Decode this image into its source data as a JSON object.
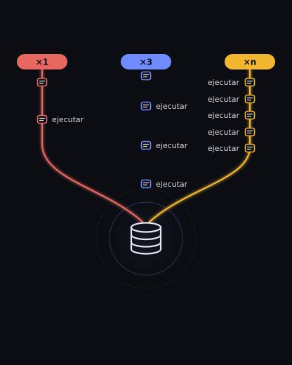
{
  "colors": {
    "background": "#0b0d12",
    "red": "#e8675f",
    "blue": "#6f8cff",
    "yellow": "#f2b630",
    "database": "#e8e9ee",
    "ring": "#2a3556"
  },
  "lanes": [
    {
      "id": "red",
      "badge": "×1",
      "color": "#e8675f",
      "steps": [
        "",
        "ejecutar"
      ]
    },
    {
      "id": "blue",
      "badge": "×3",
      "color": "#6f8cff",
      "steps": [
        "",
        "ejecutar",
        "ejecutar",
        "ejecutar"
      ]
    },
    {
      "id": "yellow",
      "badge": "×n",
      "color": "#f2b630",
      "steps": [
        "ejecutar",
        "ejecutar",
        "ejecutar",
        "ejecutar",
        "ejecutar"
      ]
    }
  ],
  "icons": {
    "step": "script-icon",
    "target": "database-icon"
  }
}
